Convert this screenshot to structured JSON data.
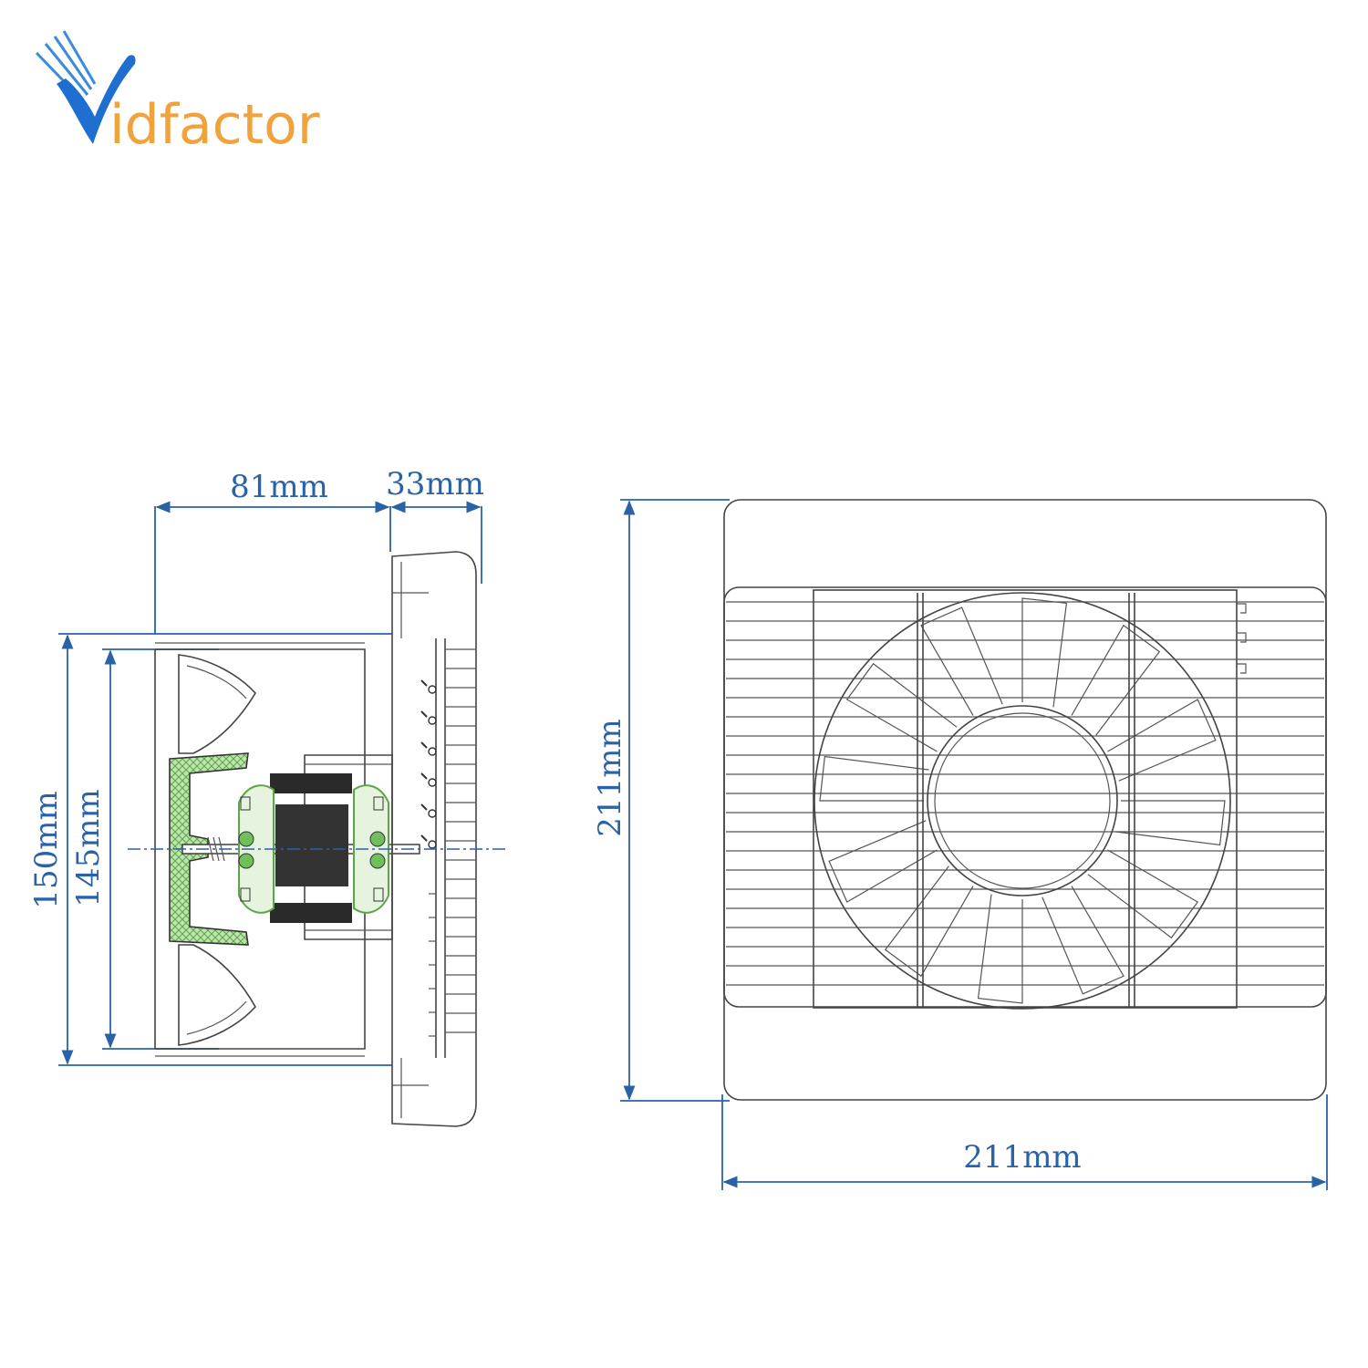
{
  "brand": {
    "name": "Vidfactor",
    "logo_letter": "V",
    "logo_rest": "idfactor",
    "colors": {
      "blue": "#1e6fd0",
      "orange": "#f0a23c"
    }
  },
  "dimensions": {
    "side_depth": "81mm",
    "side_grille": "33mm",
    "side_outer_height": "150mm",
    "side_inner_height": "145mm",
    "front_height": "211mm",
    "front_width": "211mm"
  },
  "colors": {
    "dimension": "#2a62a8",
    "linework": "#444444",
    "motor_hub": "#6fbf5a",
    "motor_core": "#2a2a2a"
  }
}
